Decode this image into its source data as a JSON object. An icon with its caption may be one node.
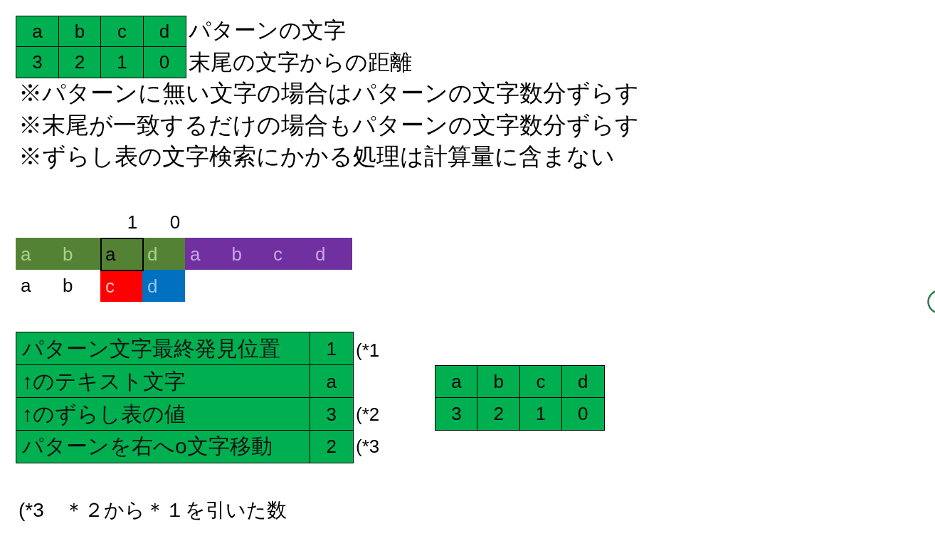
{
  "diagram": {
    "labels": [
      "a",
      "b",
      "c",
      "d",
      "パターンの文字",
      "3",
      "2",
      "1",
      "0",
      "末尾の文字からの距離",
      "※パターンに無い文字の場合はパターンの文字数分ずらす",
      "※末尾が一致するだけの場合もパターンの文字数分ずらす",
      "※ずらし表の文字検索にかかる処理は計算量に含まない",
      "1",
      "0",
      "a",
      "b",
      "a",
      "d",
      "a",
      "b",
      "c",
      "d",
      "a",
      "b",
      "c",
      "d",
      "パターン文字最終発見位置",
      "1",
      "(*1",
      "↑のテキスト文字",
      "a",
      "↑のずらし表の値",
      "3",
      "(*2",
      "パターンを右へo文字移動",
      "2",
      "(*3",
      "a",
      "b",
      "c",
      "d",
      "3",
      "2",
      "1",
      "0",
      "(*3　＊２から＊１を引いた数"
    ]
  }
}
